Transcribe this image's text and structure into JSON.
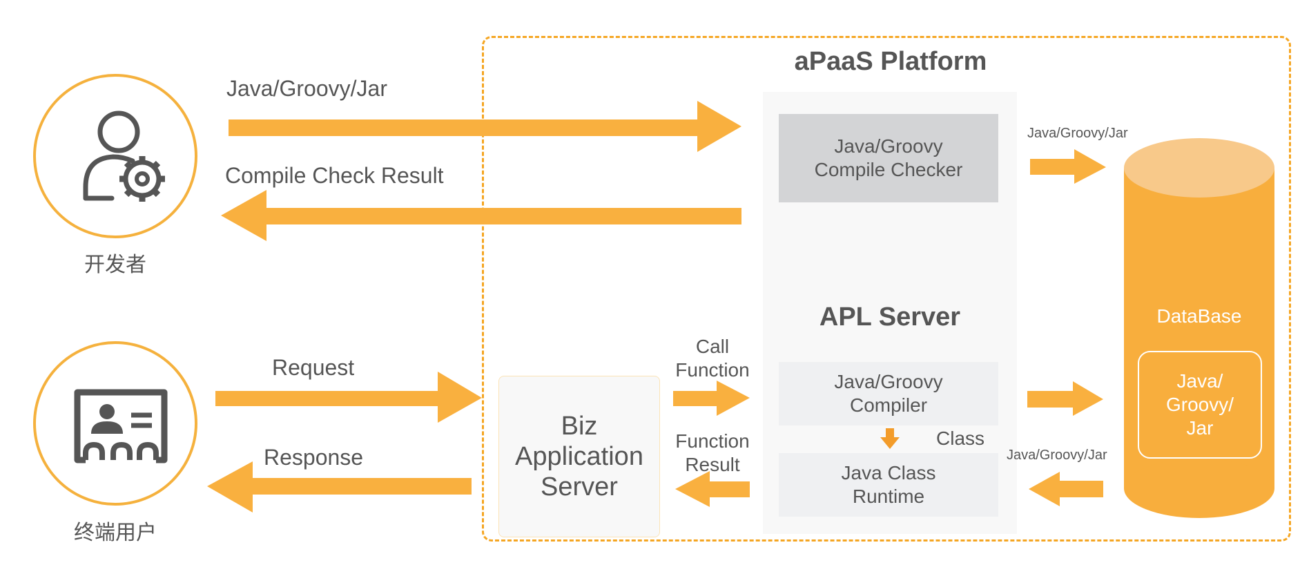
{
  "diagram": {
    "platform": {
      "title": "aPaaS Platform"
    },
    "apl_server": {
      "title": "APL Server",
      "compile_checker": {
        "line1": "Java/Groovy",
        "line2": "Compile Checker"
      },
      "compiler": {
        "line1": "Java/Groovy",
        "line2": "Compiler"
      },
      "runtime": {
        "line1": "Java Class",
        "line2": "Runtime"
      },
      "class_label": "Class"
    },
    "biz_server": {
      "line1": "Biz",
      "line2": "Application",
      "line3": "Server"
    },
    "database": {
      "label": "DataBase",
      "content": {
        "line1": "Java/",
        "line2": "Groovy/",
        "line3": "Jar"
      }
    },
    "actors": {
      "developer": {
        "label": "开发者",
        "icon": "developer-settings-icon"
      },
      "end_user": {
        "label": "终端用户",
        "icon": "user-id-card-icon"
      }
    },
    "flows": {
      "upload_code": "Java/Groovy/Jar",
      "compile_result": "Compile Check Result",
      "request": "Request",
      "response": "Response",
      "call_function": {
        "line1": "Call",
        "line2": "Function"
      },
      "function_result": {
        "line1": "Function",
        "line2": "Result"
      },
      "store_code": "Java/Groovy/Jar",
      "load_code": "Java/Groovy/Jar"
    },
    "colors": {
      "accent": "#f5a623",
      "arrow": "#f9b03f",
      "database_body": "#f8ae3d",
      "database_top": "#f8c98a",
      "checker_fill": "#d3d4d6",
      "module_fill": "#eff0f2",
      "panel_fill": "#f8f8f8",
      "text": "#555555"
    }
  }
}
